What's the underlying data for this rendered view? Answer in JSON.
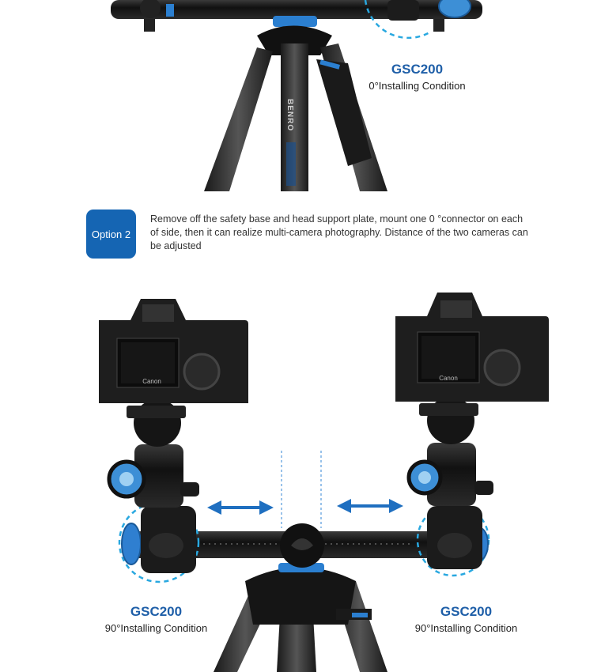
{
  "top": {
    "product": "GSC200",
    "condition": "0°Installing Condition",
    "brand_vertical": "BENRO"
  },
  "option": {
    "badge": "Option 2",
    "description": "Remove off the safety base and head support plate, mount one 0 °connector on each of side, then it can realize multi-camera photography. Distance of the two cameras can be adjusted"
  },
  "bottom_left": {
    "product": "GSC200",
    "condition": "90°Installing Condition",
    "camera_brand": "Canon"
  },
  "bottom_right": {
    "product": "GSC200",
    "condition": "90°Installing Condition",
    "camera_brand": "Canon"
  },
  "colors": {
    "accent": "#1565b3",
    "title": "#1f5fa8",
    "highlight": "#29a8e0"
  }
}
